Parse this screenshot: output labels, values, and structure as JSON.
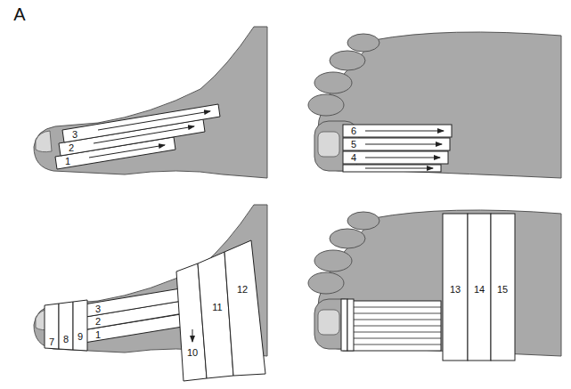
{
  "diagram": {
    "labels": [
      "A",
      "3",
      "2",
      "1",
      "6",
      "5",
      "4",
      "7",
      "8",
      "9",
      "3",
      "2",
      "1",
      "10",
      "11",
      "12",
      "13",
      "14",
      "15"
    ]
  }
}
